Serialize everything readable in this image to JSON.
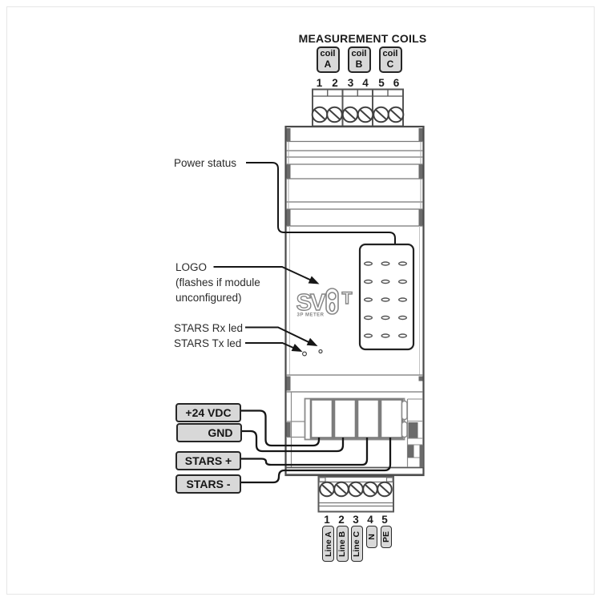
{
  "title": "MEASUREMENT COILS",
  "coils": [
    {
      "label": "coil",
      "letter": "A"
    },
    {
      "label": "coil",
      "letter": "B"
    },
    {
      "label": "coil",
      "letter": "C"
    }
  ],
  "top_terminal_numbers": [
    "1",
    "2",
    "3",
    "4",
    "5",
    "6"
  ],
  "annotations": {
    "power_status": "Power status",
    "logo_label": "LOGO",
    "logo_note_line1": "(flashes if module",
    "logo_note_line2": "unconfigured)",
    "stars_rx": "STARS Rx led",
    "stars_tx": "STARS Tx led"
  },
  "wire_labels": [
    "+24 VDC",
    "GND",
    "STARS +",
    "STARS -"
  ],
  "bottom_terminals": [
    {
      "number": "1",
      "label": "Line A"
    },
    {
      "number": "2",
      "label": "Line B"
    },
    {
      "number": "3",
      "label": "Line C"
    },
    {
      "number": "4",
      "label": "N"
    },
    {
      "number": "5",
      "label": "PE"
    }
  ],
  "logo": {
    "left_text": "SV",
    "right_text": "T",
    "subtitle": "3P METER"
  },
  "colors": {
    "label_fill": "#d8d8d8",
    "line_color": "#161616",
    "module_stroke": "#4a4a4a",
    "dark_strip": "#6b6b6b",
    "logo_gray": "#858585"
  }
}
